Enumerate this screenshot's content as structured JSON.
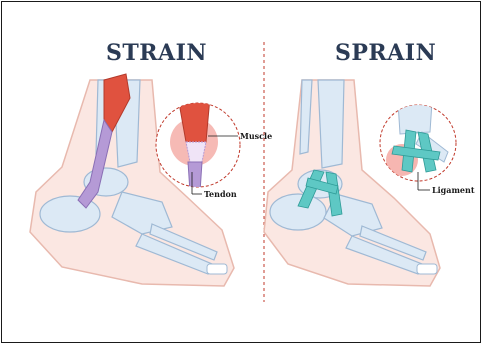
{
  "titles": {
    "left": "STRAIN",
    "right": "SPRAIN"
  },
  "labels": {
    "muscle": "Muscle",
    "tendon": "Tendon",
    "ligament": "Ligament"
  },
  "colors": {
    "frame": "#1a1a1a",
    "title": "#2b3b55",
    "divider": "#c0392b",
    "bone": "#dce9f5",
    "bone_outline": "#9fb9d4",
    "skin": "#fbe7e2",
    "skin_outline": "#e8b9ae",
    "muscle": "#e0523f",
    "tendon": "#b59ad6",
    "ligament": "#5ec8c4",
    "inflammation": "#f4a9a3"
  },
  "icons": [
    "strain-ankle-illustration",
    "sprain-ankle-illustration",
    "magnifier-callout"
  ]
}
